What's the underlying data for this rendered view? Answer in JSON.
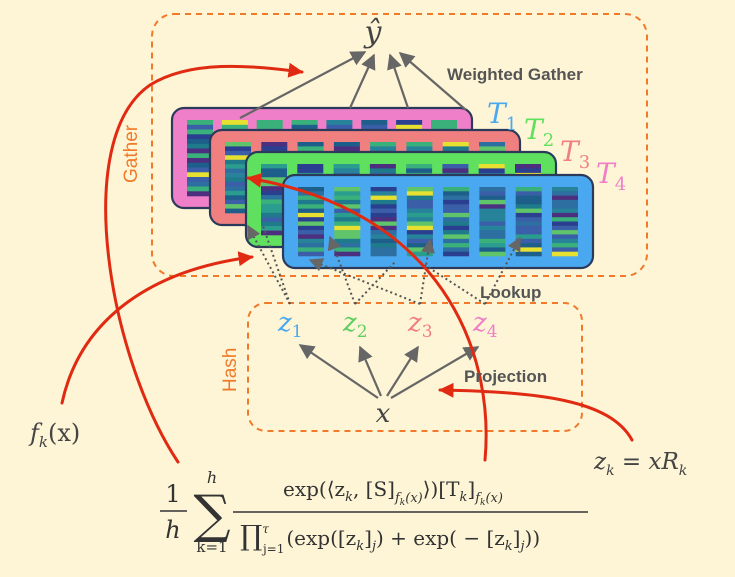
{
  "labels": {
    "weighted_gather": "Weighted Gather",
    "lookup": "Lookup",
    "projection": "Projection",
    "gather": "Gather",
    "hash": "Hash"
  },
  "math": {
    "output": "ŷ",
    "input": "x",
    "fk_left": "f",
    "fk_sub": "k",
    "fk_right": "(x)",
    "zk_eq_left": "z",
    "zk_eq_sub": "k",
    "zk_eq_mid": " = xR",
    "zk_eq_sub2": "k"
  },
  "tables": [
    {
      "letter": "T",
      "sub": "1",
      "color": "#4aa8f0"
    },
    {
      "letter": "T",
      "sub": "2",
      "color": "#5fe05f"
    },
    {
      "letter": "T",
      "sub": "3",
      "color": "#f08080"
    },
    {
      "letter": "T",
      "sub": "4",
      "color": "#ef7fc8"
    }
  ],
  "hashes": [
    {
      "letter": "z",
      "sub": "1",
      "color": "#4aa8f0"
    },
    {
      "letter": "z",
      "sub": "2",
      "color": "#5fd05f"
    },
    {
      "letter": "z",
      "sub": "3",
      "color": "#f08080"
    },
    {
      "letter": "z",
      "sub": "4",
      "color": "#ef7fc8"
    }
  ],
  "formula": {
    "frac_one": "1",
    "frac_h": "h",
    "sum_top": "h",
    "sum_bottom": "k=1",
    "numerator": "exp(⟨z",
    "num_k1": "k",
    "num_mid": ", [S]",
    "num_fk": "f",
    "num_fk_sub": "k",
    "num_fk_arg": "(x)",
    "num_close": "⟩)[T",
    "num_k2": "k",
    "num_end": "]",
    "num_fk2": "f",
    "num_fk2_sub": "k",
    "num_fk2_arg": "(x)",
    "den_prod": "∏",
    "den_prod_top": "τ",
    "den_prod_bottom": "j=1",
    "den_body_a": "(exp([z",
    "den_k1": "k",
    "den_j1": "]",
    "den_j1_sub": "j",
    "den_body_b": ") + exp( − [z",
    "den_k2": "k",
    "den_j2": "]",
    "den_j2_sub": "j",
    "den_body_c": "))"
  },
  "colors": {
    "background": "#fdf5d6",
    "box_orange": "#f07a2a",
    "arrow_gray": "#666666",
    "arrow_red": "#e02a12",
    "label_gray": "#555555"
  }
}
